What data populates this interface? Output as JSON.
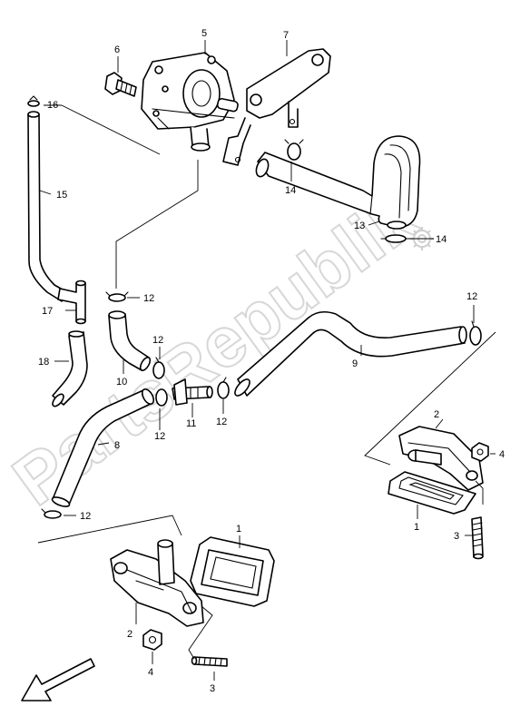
{
  "watermark": {
    "text": "PartsRepublik"
  },
  "callouts": [
    {
      "id": "c5",
      "label": "5"
    },
    {
      "id": "c6",
      "label": "6"
    },
    {
      "id": "c7",
      "label": "7"
    },
    {
      "id": "c16",
      "label": "16"
    },
    {
      "id": "c15",
      "label": "15"
    },
    {
      "id": "c14a",
      "label": "14"
    },
    {
      "id": "c13",
      "label": "13"
    },
    {
      "id": "c14b",
      "label": "14"
    },
    {
      "id": "c12a",
      "label": "12"
    },
    {
      "id": "c17",
      "label": "17"
    },
    {
      "id": "c18",
      "label": "18"
    },
    {
      "id": "c10",
      "label": "10"
    },
    {
      "id": "c12b",
      "label": "12"
    },
    {
      "id": "c12c",
      "label": "12"
    },
    {
      "id": "c9",
      "label": "9"
    },
    {
      "id": "c12d",
      "label": "12"
    },
    {
      "id": "c11",
      "label": "11"
    },
    {
      "id": "c12e",
      "label": "12"
    },
    {
      "id": "c8",
      "label": "8"
    },
    {
      "id": "c12f",
      "label": "12"
    },
    {
      "id": "c2a",
      "label": "2"
    },
    {
      "id": "c4a",
      "label": "4"
    },
    {
      "id": "c1a",
      "label": "1"
    },
    {
      "id": "c3a",
      "label": "3"
    },
    {
      "id": "c1b",
      "label": "1"
    },
    {
      "id": "c2b",
      "label": "2"
    },
    {
      "id": "c4b",
      "label": "4"
    },
    {
      "id": "c3b",
      "label": "3"
    }
  ],
  "colors": {
    "line": "#000000",
    "watermark": "#d7d7d7",
    "background": "#ffffff"
  }
}
